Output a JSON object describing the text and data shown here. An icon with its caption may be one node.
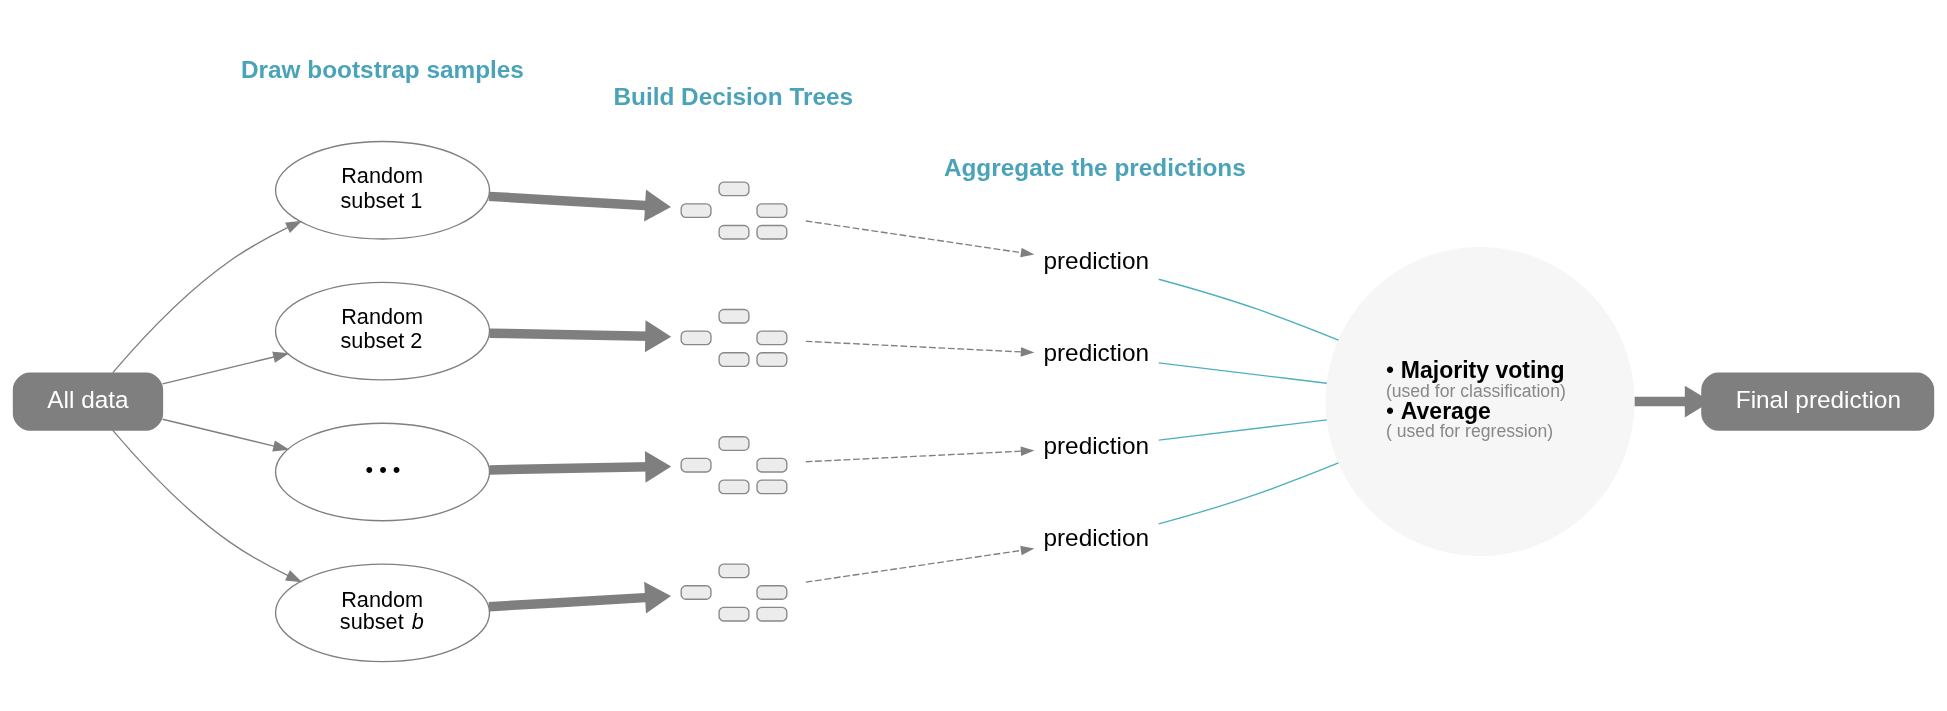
{
  "diagram": {
    "nodes": [
      {
        "text": [
          "All data"
        ]
      },
      {
        "text": [
          "Random subset 1"
        ]
      },
      {
        "text": [
          "Random subset 2"
        ]
      },
      {
        "text": [
          "• • •"
        ]
      },
      {
        "text": [
          "Random subset *b*"
        ]
      },
      {
        "text": [],
        "shape": "picture"
      },
      {
        "text": [],
        "shape": "picture"
      },
      {
        "text": [],
        "shape": "picture"
      },
      {
        "text": [],
        "shape": "picture"
      },
      {
        "text": [
          "prediction"
        ]
      },
      {
        "text": [
          "prediction"
        ]
      },
      {
        "text": [
          "prediction"
        ]
      },
      {
        "text": [
          "prediction"
        ]
      },
      {
        "text": [
          "• **Majority voting**",
          "(used for classification)",
          "• **Average**",
          "( used for regression)"
        ]
      },
      {
        "text": [
          "Final prediction"
        ]
      }
    ],
    "edges": [
      {
        "from": 0,
        "to": 1,
        "arrow": "to"
      },
      {
        "from": 0,
        "to": 2,
        "arrow": "to"
      },
      {
        "from": 0,
        "to": 3,
        "arrow": "to"
      },
      {
        "from": 0,
        "to": 4,
        "arrow": "to"
      },
      {
        "from": 1,
        "to": 5,
        "arrow": "to",
        "style": "thick"
      },
      {
        "from": 2,
        "to": 6,
        "arrow": "to",
        "style": "thick"
      },
      {
        "from": 3,
        "to": 7,
        "arrow": "to",
        "style": "thick"
      },
      {
        "from": 4,
        "to": 8,
        "arrow": "to",
        "style": "thick"
      },
      {
        "from": 5,
        "to": 9,
        "arrow": "to",
        "style": "dashed"
      },
      {
        "from": 6,
        "to": 10,
        "arrow": "to",
        "style": "dashed"
      },
      {
        "from": 7,
        "to": 11,
        "arrow": "to",
        "style": "dashed"
      },
      {
        "from": 8,
        "to": 12,
        "arrow": "to",
        "style": "dashed"
      },
      {
        "from": 9,
        "to": 13,
        "arrow": "none",
        "color": "#4fb0bd"
      },
      {
        "from": 10,
        "to": 13,
        "arrow": "none",
        "color": "#4fb0bd"
      },
      {
        "from": 11,
        "to": 13,
        "arrow": "none",
        "color": "#4fb0bd"
      },
      {
        "from": 12,
        "to": 13,
        "arrow": "none",
        "color": "#4fb0bd"
      },
      {
        "from": 13,
        "to": 14,
        "arrow": "to",
        "style": "thick"
      }
    ],
    "labels": [
      "Draw bootstrap samples",
      "Build Decision Trees",
      "Aggregate the predictions"
    ]
  }
}
